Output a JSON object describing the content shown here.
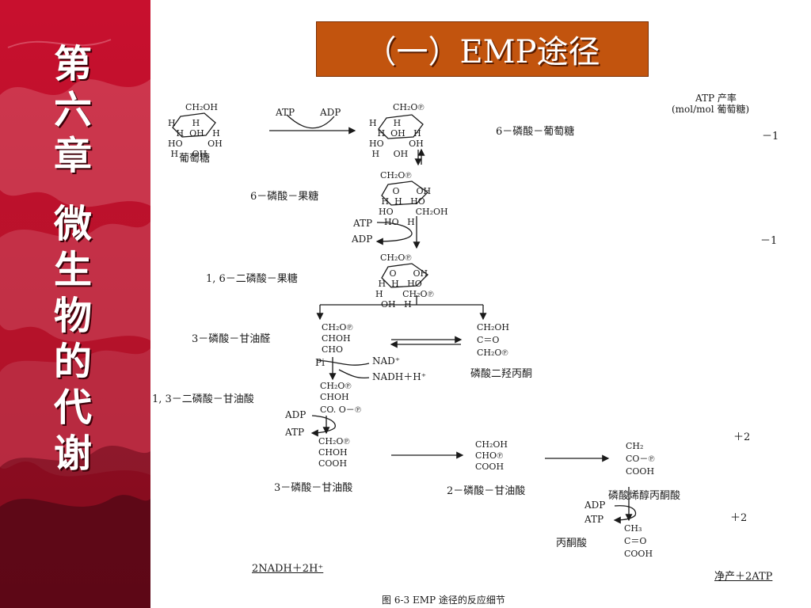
{
  "sidebar": {
    "chapter_chars": [
      "第",
      "六",
      "章"
    ],
    "title_chars": [
      "微",
      "生",
      "物",
      "的",
      "代",
      "谢"
    ]
  },
  "slide_title": "（一）EMP途径",
  "figure": {
    "header": {
      "line1": "ATP 产率",
      "line2": "(mol/mol 葡萄糖)"
    },
    "compounds": {
      "glucose": "葡萄糖",
      "g6p": "6－磷酸－葡萄糖",
      "f6p": "6－磷酸－果糖",
      "f16bp": "1, 6－二磷酸－果糖",
      "g3p": "3－磷酸－甘油醛",
      "dhap": "磷酸二羟丙酮",
      "bpg": "1, 3－二磷酸－甘油酸",
      "pg3": "3－磷酸－甘油酸",
      "pg2": "2－磷酸－甘油酸",
      "pep": "磷酸烯醇丙酮酸",
      "pyruvate": "丙酮酸"
    },
    "cofactors": {
      "atp": "ATP",
      "adp": "ADP",
      "pi": "Pi",
      "nad": "NAD⁺",
      "nadh": "NADH＋H⁺"
    },
    "yields": {
      "y1": "－1",
      "y2": "－1",
      "y3": "＋2",
      "y4": "＋2"
    },
    "nadh_total": "2NADH＋2H⁺",
    "net": "净产＋2ATP",
    "caption": "图 6-3   EMP 途径的反应细节",
    "structures": {
      "g3p": [
        "CH₂O℗",
        "CHOH",
        "CHO"
      ],
      "dhap": [
        "CH₂OH",
        "C＝O",
        "CH₂O℗"
      ],
      "bpg": [
        "CH₂O℗",
        "CHOH",
        "CO. O－℗"
      ],
      "pg3": [
        "CH₂O℗",
        "CHOH",
        "COOH"
      ],
      "pg2": [
        "CH₂OH",
        "CHO℗",
        "COOH"
      ],
      "pep": [
        "CH₂",
        "CO－℗",
        "COOH"
      ],
      "pyr": [
        "CH₃",
        "C＝O",
        "COOH"
      ],
      "glc_top": "CH₂OH",
      "g6p_top": "CH₂O℗",
      "f6p_top": "CH₂O℗",
      "f16_top": "CH₂O℗"
    }
  }
}
